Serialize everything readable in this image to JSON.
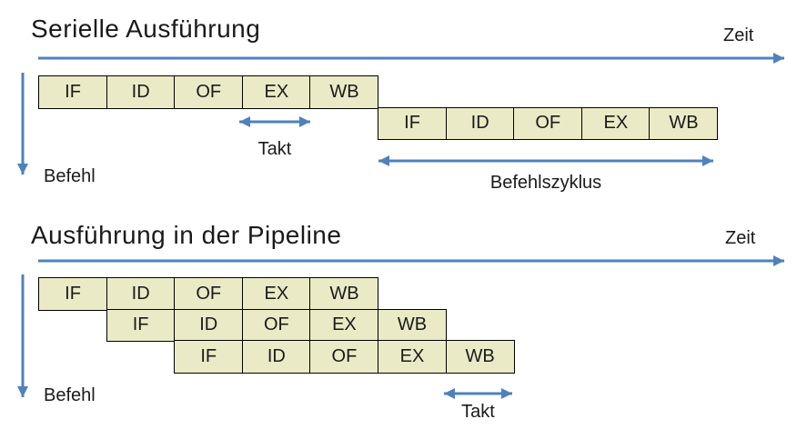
{
  "colors": {
    "box_fill": "#eaeac6",
    "box_border": "#000000",
    "arrow_blue": "#4f81bd",
    "text": "#1a1a1a",
    "background": "#ffffff"
  },
  "serial": {
    "title": "Serielle Ausführung",
    "time_axis_label": "Zeit",
    "instruction_axis_label": "Befehl",
    "clock_label": "Takt",
    "cycle_label": "Befehlszyklus",
    "rows": [
      {
        "stages": [
          "IF",
          "ID",
          "OF",
          "EX",
          "WB"
        ]
      },
      {
        "stages": [
          "IF",
          "ID",
          "OF",
          "EX",
          "WB"
        ]
      }
    ]
  },
  "pipeline": {
    "title": "Ausführung in der Pipeline",
    "time_axis_label": "Zeit",
    "instruction_axis_label": "Befehl",
    "clock_label": "Takt",
    "rows": [
      {
        "stages": [
          "IF",
          "ID",
          "OF",
          "EX",
          "WB"
        ]
      },
      {
        "stages": [
          "IF",
          "ID",
          "OF",
          "EX",
          "WB"
        ]
      },
      {
        "stages": [
          "IF",
          "ID",
          "OF",
          "EX",
          "WB"
        ]
      }
    ]
  }
}
